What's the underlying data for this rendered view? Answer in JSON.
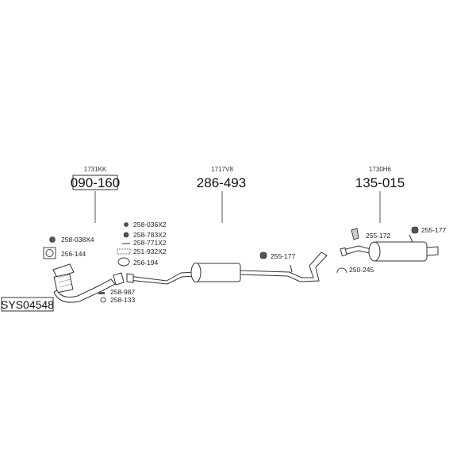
{
  "groups": [
    {
      "code": "1731KK",
      "part_number": "090-160"
    },
    {
      "code": "1717V8",
      "part_number": "286-493"
    },
    {
      "code": "1730H6",
      "part_number": "135-015"
    }
  ],
  "system_id": "SYS04548",
  "parts": {
    "gasket_nut": "258-038X4",
    "flange_gasket": "256-144",
    "nut": "258-036X2",
    "washer": "258-783X2",
    "bolt": "258-771X2",
    "spring": "251-932X2",
    "ring_gasket": "256-194",
    "clamp_bolt": "258-987",
    "clamp_washer": "258-133",
    "mid_hanger": "255-177",
    "rear_bracket": "255-172",
    "rear_hanger": "255-177",
    "clamp": "250-245"
  }
}
